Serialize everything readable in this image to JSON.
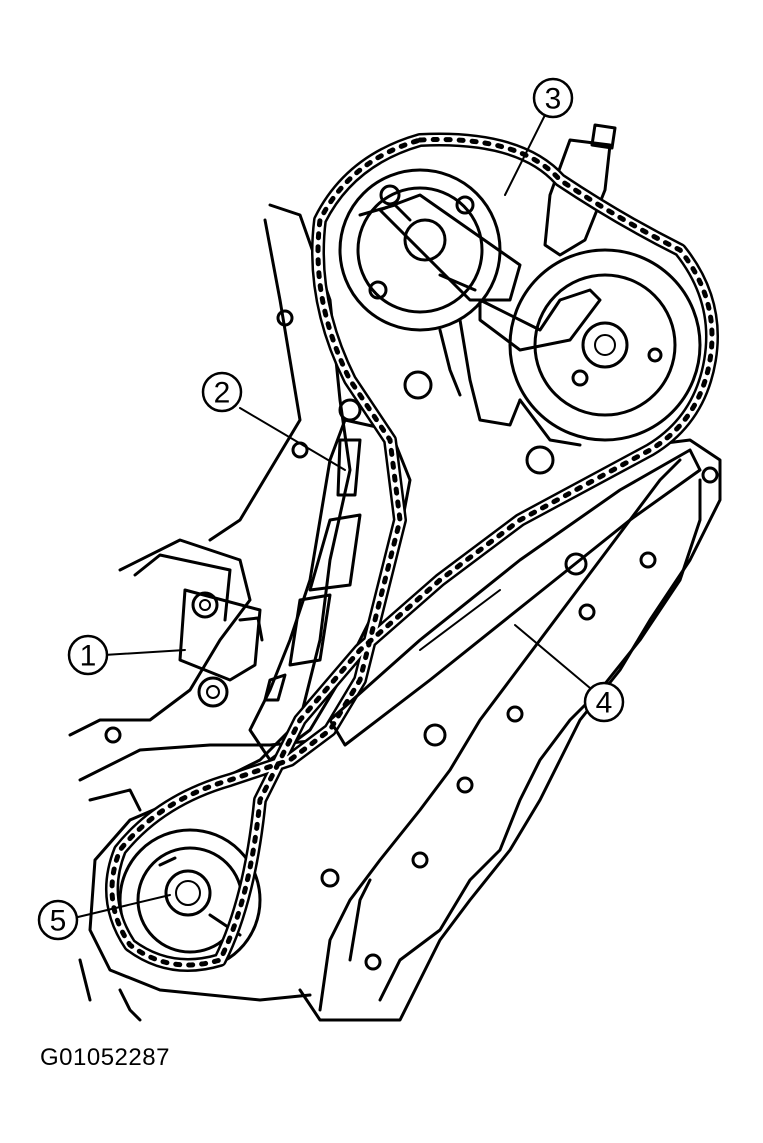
{
  "figure_id": "G01052287",
  "callouts": [
    {
      "id": "1",
      "label": "1"
    },
    {
      "id": "2",
      "label": "2"
    },
    {
      "id": "3",
      "label": "3"
    },
    {
      "id": "4",
      "label": "4"
    },
    {
      "id": "5",
      "label": "5"
    }
  ],
  "colors": {
    "line": "#000000",
    "background": "#ffffff"
  }
}
